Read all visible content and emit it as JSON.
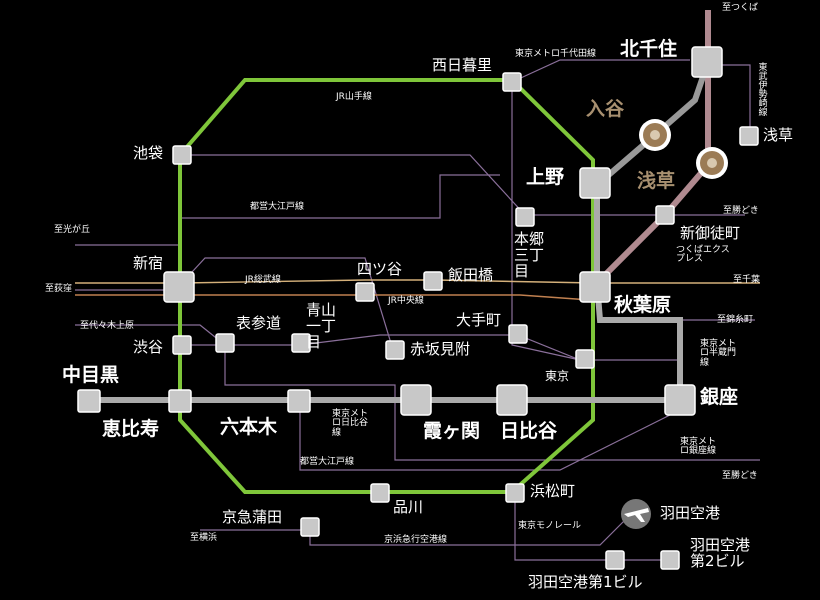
{
  "colors": {
    "yamanote": "#7fc63a",
    "ginza": "#aaaaaa",
    "tsukuba": "#b08a90",
    "thin": "#8a6f9a",
    "bronze": "#9b7b55",
    "station_fill": "#c8c8c8"
  },
  "stations": {
    "kitasenju": "北千住",
    "nishinippori": "西日暮里",
    "ikebukuro": "池袋",
    "ueno": "上野",
    "iriya": "入谷",
    "asakusa_hibiya": "浅草",
    "asakusa_tx": "浅草",
    "shinokachimachi": "新御徒町",
    "hongo": "本郷三丁目",
    "shinjuku": "新宿",
    "yotsuya": "四ツ谷",
    "iidabashi": "飯田橋",
    "akihabara": "秋葉原",
    "omotesando": "表参道",
    "aoyama": "青山一丁目",
    "shibuya": "渋谷",
    "akasakamitsuke": "赤坂見附",
    "otemachi": "大手町",
    "tokyo": "東京",
    "nakameguro": "中目黒",
    "ebisu": "恵比寿",
    "roppongi": "六本木",
    "kasumigaseki": "霞ヶ関",
    "hibiya": "日比谷",
    "ginza": "銀座",
    "shinagawa": "品川",
    "hamamatsucho": "浜松町",
    "keikyukamata": "京急蒲田",
    "hanedaairport": "羽田空港",
    "haneda1": "羽田空港第1ビル",
    "haneda2": "羽田空港第2ビル"
  },
  "lines": {
    "yamanote": "JR山手線",
    "chiyoda": "東京メトロ千代田線",
    "tobu": "東武伊勢崎線",
    "oedo_top": "都営大江戸線",
    "sobu": "JR総武線",
    "chuo": "JR中央線",
    "tsukuba": "つくばエクスプレス",
    "hibiya": "東京メトロ日比谷線",
    "oedo_bottom": "都営大江戸線",
    "ginza": "東京メトロ銀座線",
    "hanzomon": "東京メトロ半蔵門線",
    "monorail": "東京モノレール",
    "keikyu_airport": "京浜急行空港線"
  },
  "directions": {
    "tsukuba": "至つくば",
    "hikarigaoka": "至光が丘",
    "ogikubo": "至荻窪",
    "yoyogiuehara": "至代々木上原",
    "katsudoki1": "至勝どき",
    "chiba": "至千葉",
    "kinshicho": "至錦糸町",
    "katsudoki2": "至勝どき",
    "yokohama": "至横浜"
  }
}
